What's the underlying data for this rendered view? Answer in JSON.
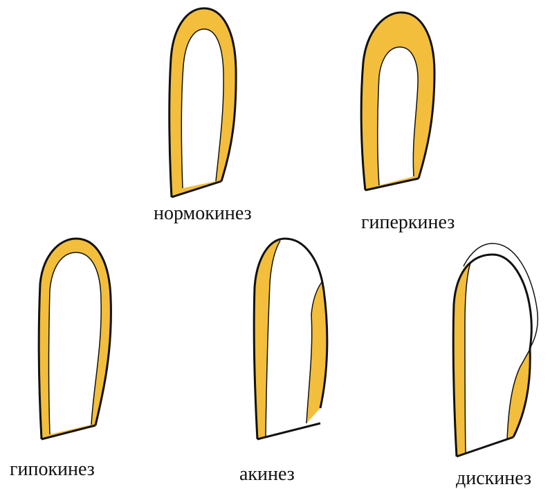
{
  "colors": {
    "wall_fill": "#F2BE3C",
    "outline": "#111111",
    "background": "#FFFFFF"
  },
  "panels": [
    {
      "id": "normo",
      "label": "нормокинез"
    },
    {
      "id": "hyper",
      "label": "гиперкинез"
    },
    {
      "id": "hypo",
      "label": "гипокинез"
    },
    {
      "id": "akin",
      "label": "акинез"
    },
    {
      "id": "dyskin",
      "label": "дискинез"
    }
  ]
}
